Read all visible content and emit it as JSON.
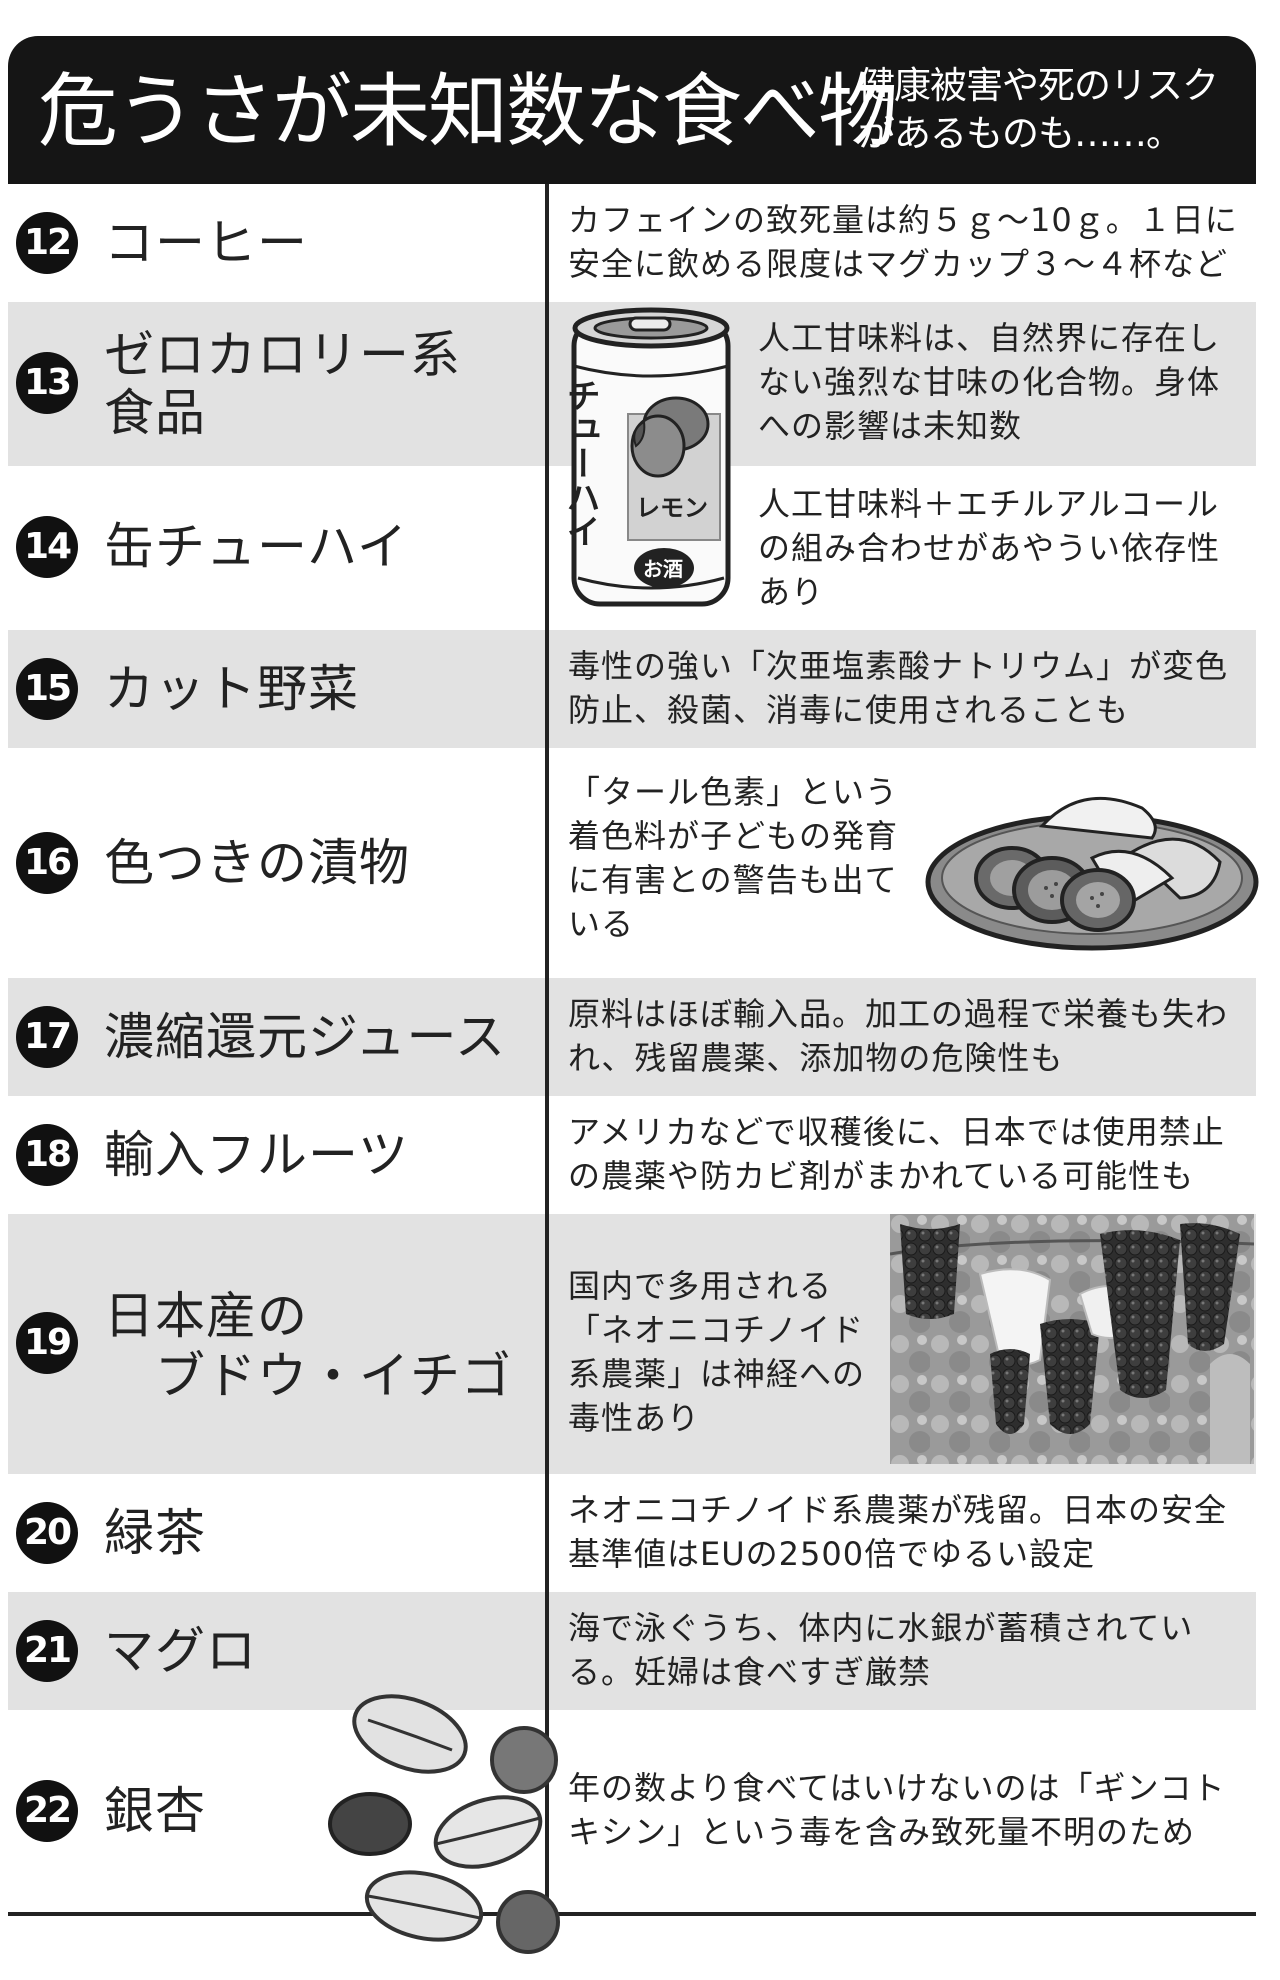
{
  "header": {
    "title": "危うさが未知数な食べ物",
    "subtitle": "健康被害や死のリスクがあるものも……。"
  },
  "rows": [
    {
      "num": "12",
      "name": "コーヒー",
      "desc": "カフェインの致死量は約５ｇ〜10ｇ。１日に安全に飲める限度はマグカップ３〜４杯など"
    },
    {
      "num": "13",
      "name": "ゼロカロリー系\n食品",
      "desc": "人工甘味料は、自然界に存在しない強烈な甘味の化合物。身体への影響は未知数"
    },
    {
      "num": "14",
      "name": "缶チューハイ",
      "desc": "人工甘味料＋エチルアルコールの組み合わせがあやうい依存性あり"
    },
    {
      "num": "15",
      "name": "カット野菜",
      "desc": "毒性の強い「次亜塩素酸ナトリウム」が変色防止、殺菌、消毒に使用されることも"
    },
    {
      "num": "16",
      "name": "色つきの漬物",
      "desc": "「タール色素」という着色料が子どもの発育に有害との警告も出ている"
    },
    {
      "num": "17",
      "name": "濃縮還元ジュース",
      "desc": "原料はほぼ輸入品。加工の過程で栄養も失われ、残留農薬、添加物の危険性も"
    },
    {
      "num": "18",
      "name": "輸入フルーツ",
      "desc": "アメリカなどで収穫後に、日本では使用禁止の農薬や防カビ剤がまかれている可能性も"
    },
    {
      "num": "19",
      "name": "日本産の\n　ブドウ・イチゴ",
      "desc": "国内で多用される「ネオニコチノイド系農薬」は神経への毒性あり"
    },
    {
      "num": "20",
      "name": "緑茶",
      "desc": "ネオニコチノイド系農薬が残留。日本の安全基準値はEUの2500倍でゆるい設定"
    },
    {
      "num": "21",
      "name": "マグロ",
      "desc": "海で泳ぐうち、体内に水銀が蓄積されている。妊婦は食べすぎ厳禁"
    },
    {
      "num": "22",
      "name": "銀杏",
      "desc": "年の数より食べてはいけないのは「ギンコトキシン」という毒を含み致死量不明のため"
    }
  ],
  "can": {
    "brand": "チューハイ",
    "flavor": "レモン",
    "badge": "お酒"
  },
  "colors": {
    "header_bg": "#151515",
    "alt_row": "#e2e2e2",
    "badge_bg": "#111111"
  }
}
